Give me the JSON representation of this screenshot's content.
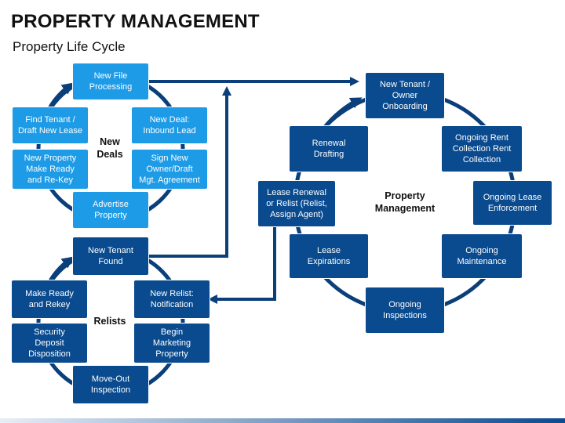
{
  "title": "PROPERTY MANAGEMENT",
  "subtitle": "Property Life Cycle",
  "new_deals": {
    "label": "New\nDeals",
    "boxes": {
      "file": "New File\nProcessing",
      "inbound": "New Deal:\nInbound Lead",
      "sign": "Sign New\nOwner/Draft\nMgt. Agreement",
      "advertise": "Advertise\nProperty",
      "ready": "New Property\nMake Ready\nand Re-Key",
      "find": "Find Tenant /\nDraft New Lease"
    }
  },
  "relists": {
    "label": "Relists",
    "boxes": {
      "found": "New Tenant\nFound",
      "relist": "New Relist:\nNotification",
      "marketing": "Begin\nMarketing\nProperty",
      "moveout": "Move-Out\nInspection",
      "deposit": "Security\nDeposit\nDisposition",
      "rekey": "Make Ready\nand Rekey"
    }
  },
  "management": {
    "label": "Property\nManagement",
    "boxes": {
      "onboarding": "New Tenant /\nOwner\nOnboarding",
      "rent": "Ongoing Rent\nCollection Rent\nCollection",
      "enforce": "Ongoing Lease\nEnforcement",
      "maint": "Ongoing\nMaintenance",
      "inspect": "Ongoing\nInspections",
      "expire": "Lease\nExpirations",
      "renewal_relist": "Lease Renewal\nor Relist (Relist,\nAssign Agent)",
      "renewal": "Renewal\nDrafting"
    }
  },
  "colors": {
    "light_box": "#1e9be6",
    "dark_box": "#0a4a8e",
    "connector": "#0a3f7a"
  }
}
